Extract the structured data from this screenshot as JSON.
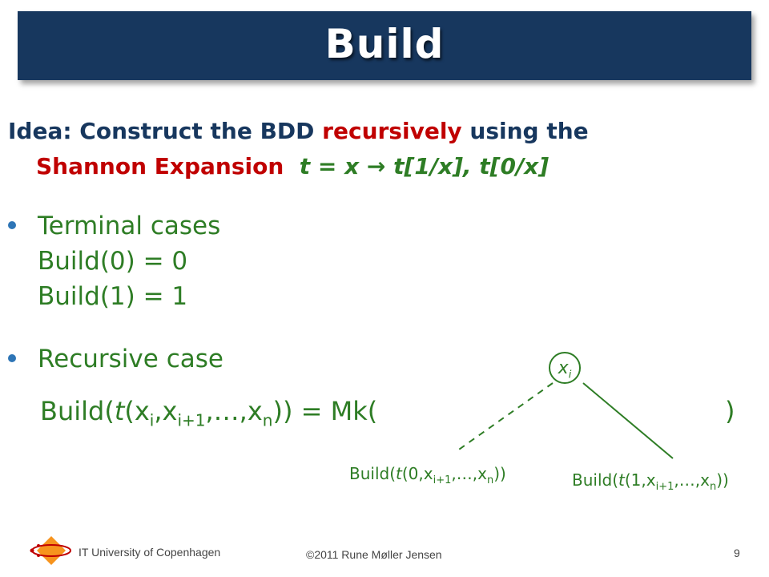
{
  "slide": {
    "title": "Build",
    "idea": {
      "part1": "Idea: Construct the BDD ",
      "recursively": "recursively",
      "part2": " using the",
      "shannon": "Shannon Expansion",
      "formula": "t = x  → t[1/x], t[0/x]"
    },
    "bullets": [
      {
        "label": "Terminal cases",
        "lines": [
          "Build(0) = 0",
          "Build(1) = 1"
        ]
      },
      {
        "label": "Recursive case"
      }
    ],
    "recursive_formula": {
      "prefix": "Build(",
      "t": "t",
      "open": "(x",
      "sub_i": "i",
      "comma1": ",x",
      "sub_i1": "i+1",
      "mid": ",…,x",
      "sub_n": "n",
      "suffix": ")) = Mk(",
      "close": ")"
    },
    "diagram": {
      "node_var": "x",
      "node_sub": "i",
      "low_label": {
        "a": "Build(",
        "t": "t",
        "b": "(0,x",
        "s1": "i+1",
        "c": ",…,x",
        "s2": "n",
        "d": "))"
      },
      "high_label": {
        "a": "Build(",
        "t": "t",
        "b": "(1,x",
        "s1": "i+1",
        "c": ",…,x",
        "s2": "n",
        "d": "))"
      }
    },
    "footer": {
      "university": "IT University of Copenhagen",
      "copyright": "©2011  Rune Møller Jensen",
      "page_number": "9"
    }
  },
  "colors": {
    "title_bar": "#17375e",
    "heading_text": "#17375e",
    "highlight_red": "#c00000",
    "body_green": "#2e7d25",
    "bullet_blue": "#2e75b6"
  }
}
